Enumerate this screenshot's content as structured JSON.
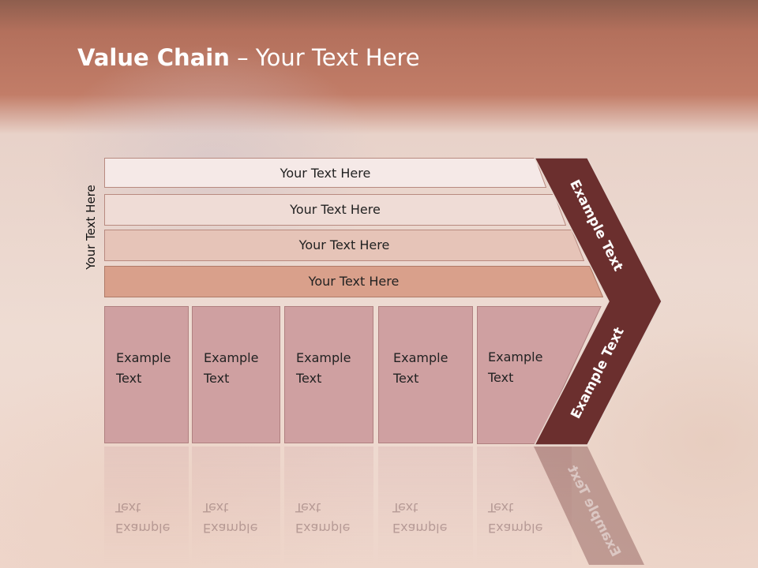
{
  "title": {
    "bold": "Value Chain",
    "rest": " – Your Text Here"
  },
  "side_label": "Your Text Here",
  "bars": [
    {
      "label": "Your Text Here"
    },
    {
      "label": "Your Text Here"
    },
    {
      "label": "Your Text Here"
    },
    {
      "label": "Your Text Here"
    }
  ],
  "boxes": [
    {
      "line1": "Example",
      "line2": "Text"
    },
    {
      "line1": "Example",
      "line2": "Text"
    },
    {
      "line1": "Example",
      "line2": "Text"
    },
    {
      "line1": "Example",
      "line2": "Text"
    },
    {
      "line1": "Example",
      "line2": "Text"
    }
  ],
  "chevron": {
    "upper": "Example Text",
    "lower": "Example Text"
  },
  "colors": {
    "chevron": "#6b2f2e",
    "bar1": "#f5e9e7",
    "bar2": "#efdcd6",
    "bar3": "#e6c4b8",
    "bar4": "#d9a08b",
    "box": "#cfa0a1"
  }
}
